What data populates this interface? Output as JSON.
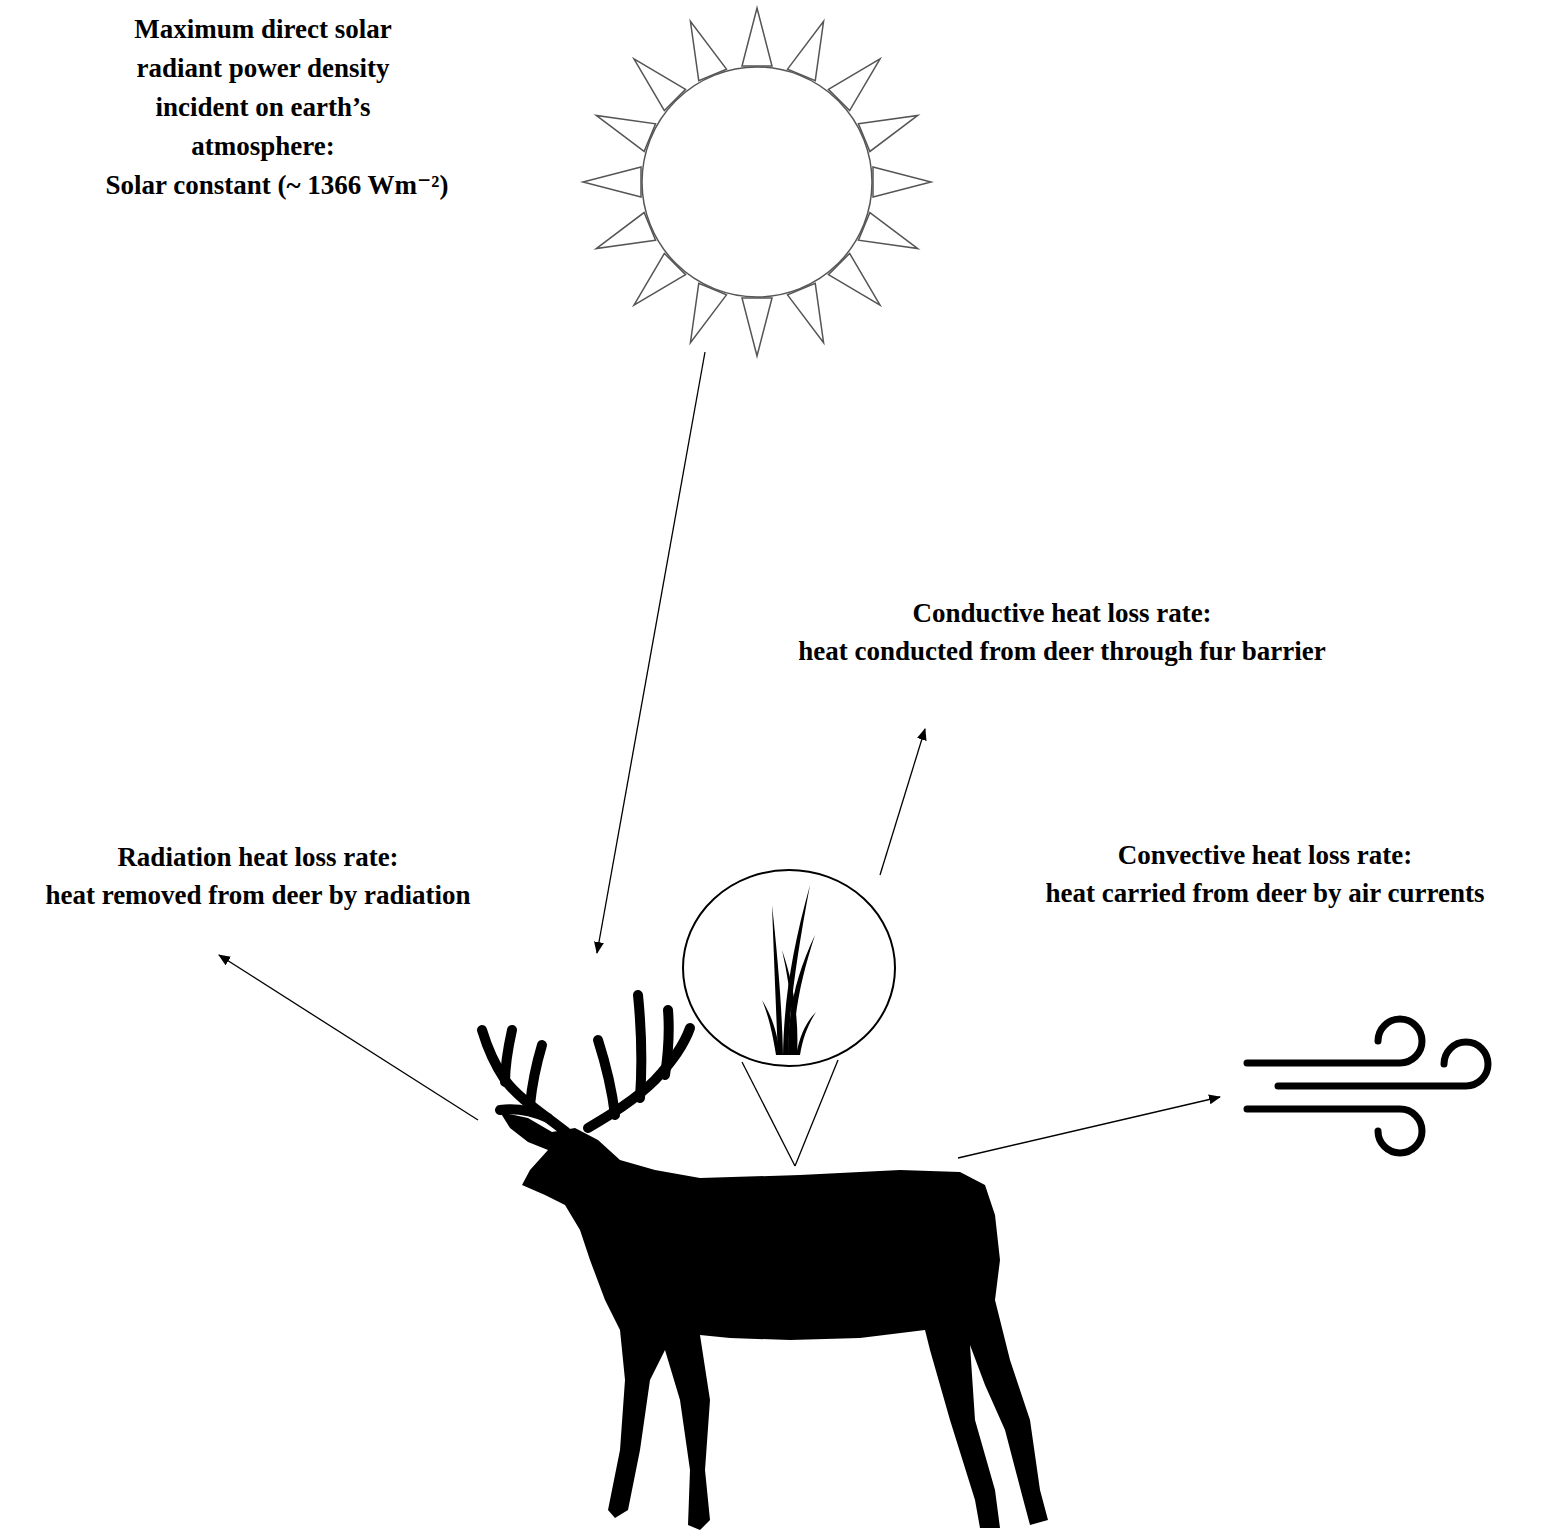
{
  "diagram": {
    "labels": [
      "Maximum direct solar radiant power density incident on earth’s atmosphere:",
      "Solar constant (~ 1366 Wm⁻²)",
      "Conductive heat loss rate:",
      "heat conducted from deer through fur barrier",
      "Radiation heat loss rate:",
      "heat removed from deer by radiation",
      "Convective heat loss rate:",
      "heat carried from deer by air currents"
    ]
  }
}
